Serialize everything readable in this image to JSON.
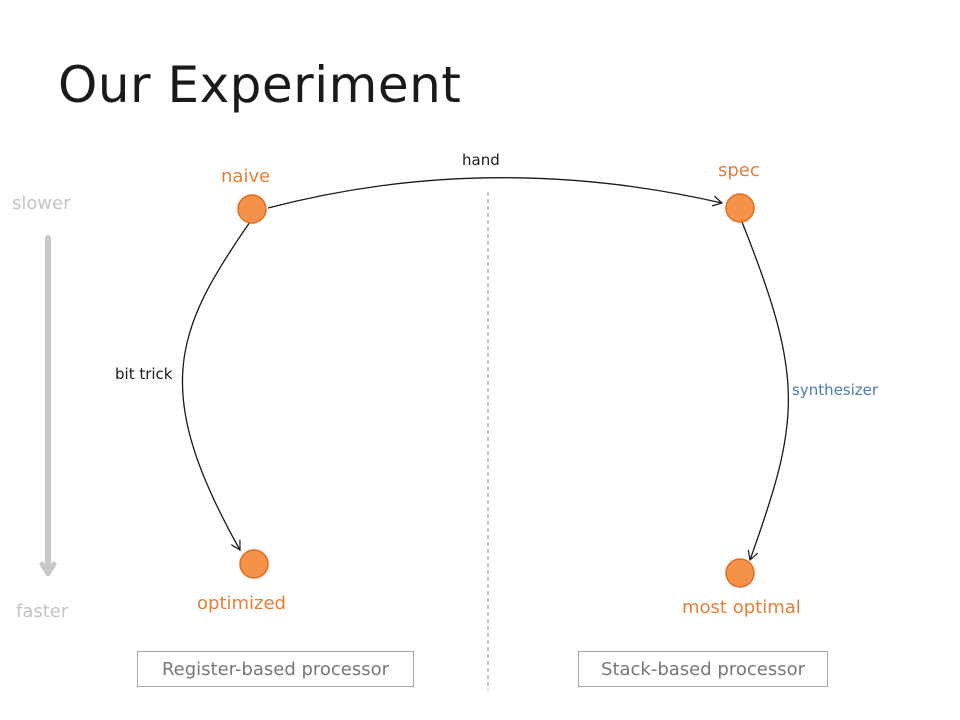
{
  "title": "Our Experiment",
  "axis": {
    "top": "slower",
    "bottom": "faster"
  },
  "nodes": {
    "naive": "naive",
    "spec": "spec",
    "optimized": "optimized",
    "most_optimal": "most optimal"
  },
  "edges": {
    "hand": "hand",
    "bit_trick": "bit trick",
    "synthesizer": "synthesizer"
  },
  "boxes": {
    "left": "Register-based processor",
    "right": "Stack-based processor"
  },
  "colors": {
    "node_fill": "#f5924a",
    "node_stroke": "#e06d22",
    "node_label": "#e67e35",
    "synthesizer_label": "#4a7db5",
    "axis": "#c8c8c8"
  }
}
